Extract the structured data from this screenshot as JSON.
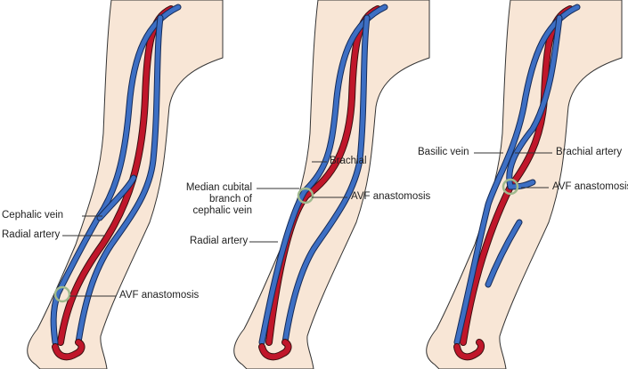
{
  "colors": {
    "artery": "#c0162a",
    "vein": "#3d6fc4",
    "skin": "#f8e6d6",
    "anastomosis_ring": "#9fb98c"
  },
  "panels": [
    {
      "labels": {
        "cephalic_vein": "Cephalic vein",
        "radial_artery": "Radial artery",
        "avf": "AVF anastomosis"
      }
    },
    {
      "labels": {
        "brachial": "Brachial",
        "median_cubital": [
          "Median cubital",
          "branch of",
          "cephalic vein"
        ],
        "avf": "AVF anastomosis",
        "radial_artery": "Radial artery"
      }
    },
    {
      "labels": {
        "basilic_vein": "Basilic vein",
        "brachial_artery": "Brachial artery",
        "avf": "AVF anastomosis"
      }
    }
  ]
}
